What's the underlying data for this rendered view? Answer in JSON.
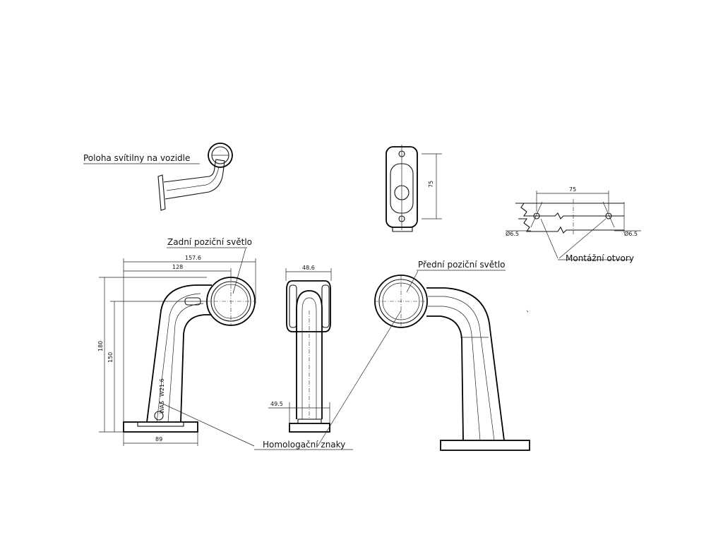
{
  "labels": {
    "position_on_vehicle": "Poloha svítilny na vozidle",
    "rear_position_light": "Zadní poziční světlo",
    "front_position_light": "Přední poziční světlo",
    "mounting_holes": "Montážní otvory",
    "homologation_marks": "Homologační znaky"
  },
  "dimensions": {
    "width_total": "157.6",
    "width_arm": "128",
    "height_total": "180",
    "height_arm": "150",
    "base_width": "89",
    "side_width": "48.6",
    "side_base": "49.5",
    "bracket_height": "75",
    "hole_spacing": "75",
    "hole_left": "Ø6.5",
    "hole_right": "Ø6.5"
  },
  "marks": {
    "mark_1": "WAS",
    "mark_2": "W21.6"
  },
  "colors": {
    "line": "#000000",
    "background": "#ffffff"
  }
}
